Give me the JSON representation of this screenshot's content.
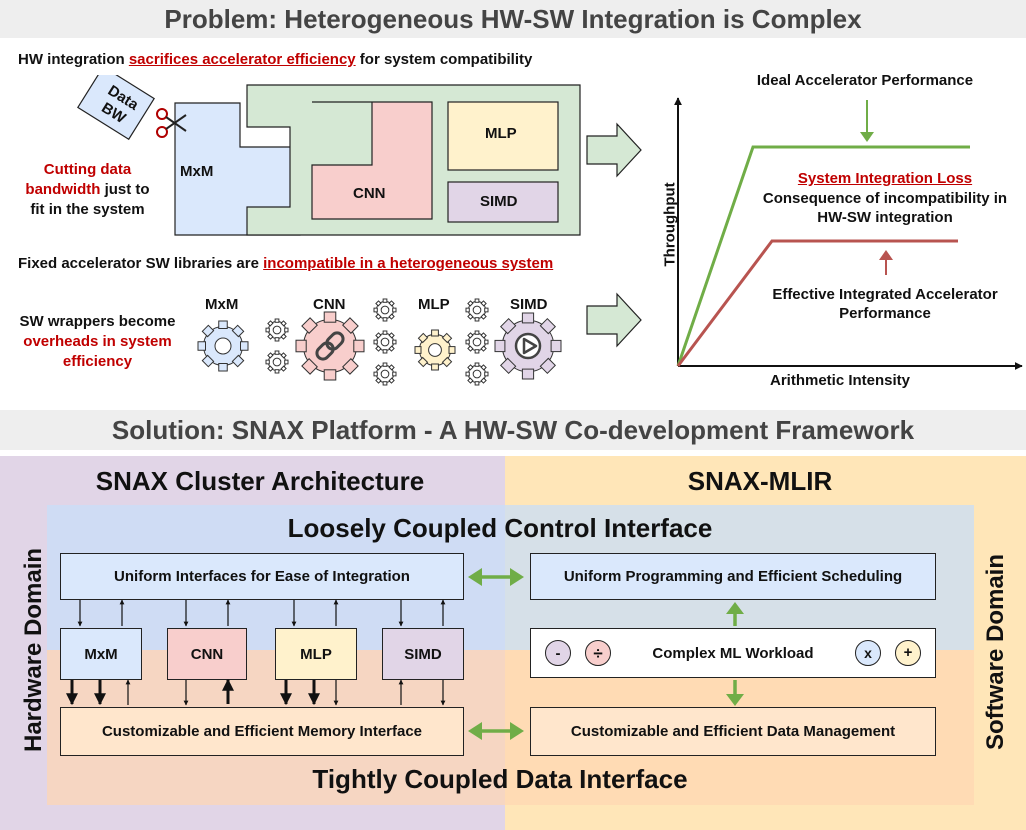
{
  "problem": {
    "banner": "Problem: Heterogeneous HW-SW Integration is Complex",
    "hw_line": {
      "pre": "HW integration ",
      "highlight": "sacrifices accelerator efficiency",
      "post": " for system compatibility"
    },
    "data_bw": "Data BW",
    "cutting": {
      "highlight": "Cutting data bandwidth",
      "post": " just to fit in the system"
    },
    "blocks": {
      "mxm": "MxM",
      "cnn": "CNN",
      "mlp": "MLP",
      "simd": "SIMD"
    },
    "sw_line": {
      "pre": "Fixed accelerator SW libraries are ",
      "highlight": "incompatible in a heterogeneous system"
    },
    "wrappers": {
      "pre": "SW wrappers become ",
      "highlight": "overheads in system efficiency"
    },
    "gears": {
      "mxm": "MxM",
      "cnn": "CNN",
      "mlp": "MLP",
      "simd": "SIMD"
    }
  },
  "perf_chart": {
    "ideal_label": "Ideal Accelerator Performance",
    "loss_title": "System Integration Loss",
    "loss_desc": "Consequence of incompatibility in HW-SW integration",
    "effective_label": "Effective Integrated Accelerator Performance",
    "xlabel": "Arithmetic Intensity",
    "ylabel": "Throughput",
    "colors": {
      "ideal": "#70ad47",
      "effective": "#b85450"
    }
  },
  "solution": {
    "banner": "Solution: SNAX Platform - A HW-SW Co-development Framework",
    "hw_title": "SNAX Cluster Architecture",
    "sw_title": "SNAX-MLIR",
    "hw_domain": "Hardware Domain",
    "sw_domain": "Software Domain",
    "control": "Loosely Coupled Control Interface",
    "data": "Tightly Coupled Data Interface",
    "uniform_if": "Uniform Interfaces for Ease of Integration",
    "uniform_prog": "Uniform Programming and Efficient Scheduling",
    "workload": "Complex ML Workload",
    "ops": {
      "minus": "-",
      "divide": "÷",
      "times": "x",
      "plus": "+"
    },
    "mem_if": "Customizable and Efficient Memory Interface",
    "data_mgmt": "Customizable and Efficient Data Management",
    "accels": {
      "mxm": "MxM",
      "cnn": "CNN",
      "mlp": "MLP",
      "simd": "SIMD"
    }
  }
}
